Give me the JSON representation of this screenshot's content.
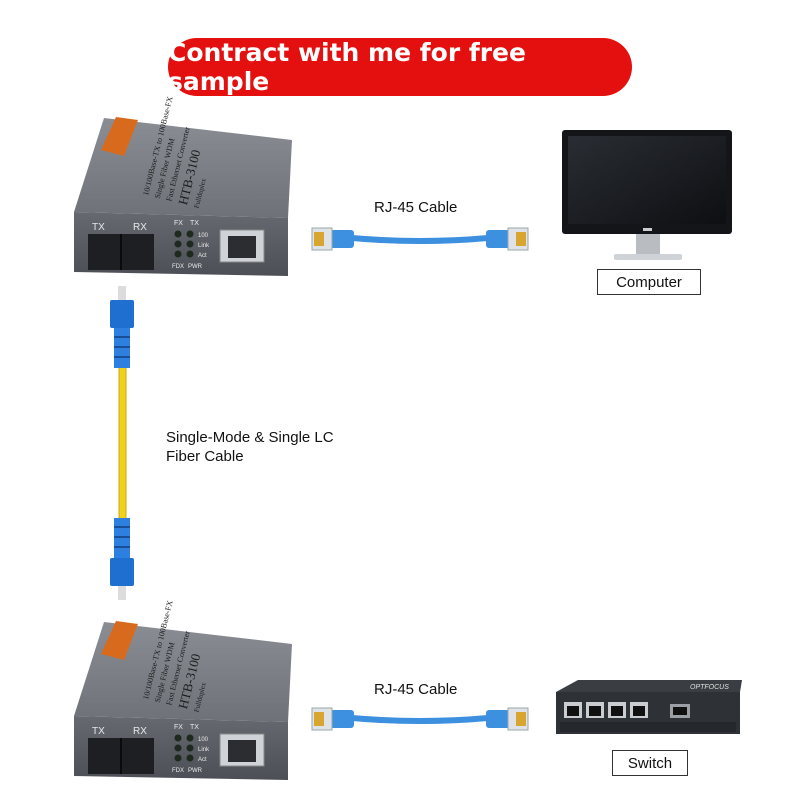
{
  "banner": {
    "text": "Contract with me for free sample"
  },
  "converter": {
    "port_tx": "TX",
    "port_rx": "RX",
    "led_fx": "FX",
    "led_tx": "TX",
    "led_100": "100",
    "led_link": "Link",
    "led_act": "Act",
    "led_fdx": "FDX",
    "led_pwr": "PWR",
    "line1": "10/100Base-TX to 100Base-FX",
    "line2": "Single Fiber WDM",
    "line3": "Fast Ethernet Converter",
    "model": "HTB-3100",
    "sub": "Fullduplex"
  },
  "labels": {
    "rj45_top": "RJ-45 Cable",
    "rj45_bottom": "RJ-45 Cable",
    "fiber_line1": "Single-Mode & Single LC",
    "fiber_line2": "Fiber Cable",
    "computer": "Computer",
    "switch": "Switch"
  },
  "switch_device": {
    "brand": "OPTFOCUS"
  },
  "colors": {
    "banner": "#e3100f",
    "rj45_cable": "#3d8fe0",
    "fiber_cable": "#f0d21c",
    "connector_blue": "#1f6fd0"
  }
}
